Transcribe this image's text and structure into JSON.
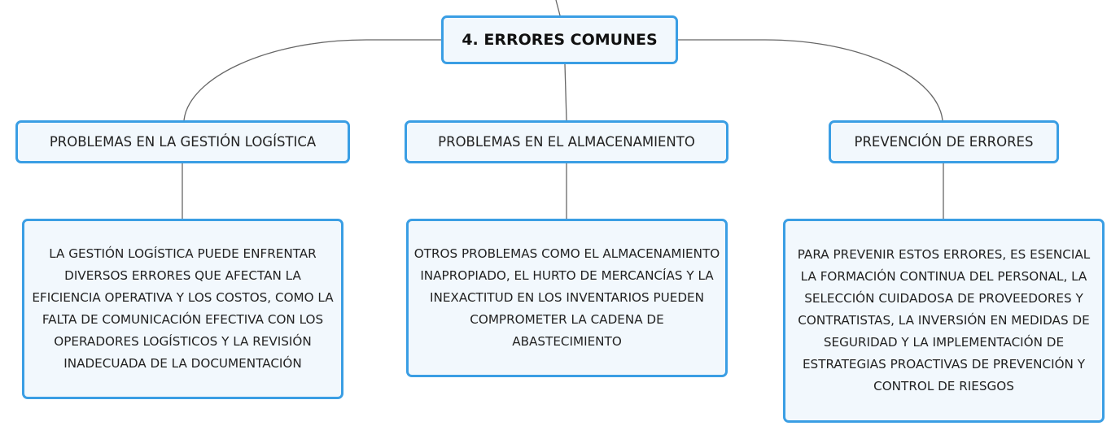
{
  "root": {
    "label": "4. ERRORES COMUNES"
  },
  "topics": [
    {
      "title": "PROBLEMAS EN LA GESTIÓN LOGÍSTICA",
      "detail": "LA GESTIÓN LOGÍSTICA PUEDE ENFRENTAR DIVERSOS ERRORES QUE AFECTAN LA EFICIENCIA OPERATIVA Y LOS COSTOS, COMO LA FALTA DE COMUNICACIÓN EFECTIVA CON LOS OPERADORES LOGÍSTICOS Y LA REVISIÓN INADECUADA DE LA DOCUMENTACIÓN"
    },
    {
      "title": "PROBLEMAS EN EL ALMACENAMIENTO",
      "detail": "OTROS PROBLEMAS COMO EL ALMACENAMIENTO INAPROPIADO, EL HURTO DE MERCANCÍAS Y LA INEXACTITUD EN LOS INVENTARIOS PUEDEN COMPROMETER LA CADENA DE ABASTECIMIENTO"
    },
    {
      "title": "PREVENCIÓN DE ERRORES",
      "detail": "PARA PREVENIR ESTOS ERRORES, ES ESENCIAL LA FORMACIÓN CONTINUA DEL PERSONAL, LA SELECCIÓN CUIDADOSA DE PROVEEDORES Y CONTRATISTAS, LA INVERSIÓN EN MEDIDAS DE SEGURIDAD Y LA IMPLEMENTACIÓN DE ESTRATEGIAS PROACTIVAS DE PREVENCIÓN Y CONTROL DE RIESGOS"
    }
  ],
  "colors": {
    "node_border": "#3a9ee4",
    "node_fill": "#f2f8fd",
    "connector": "#666666"
  }
}
